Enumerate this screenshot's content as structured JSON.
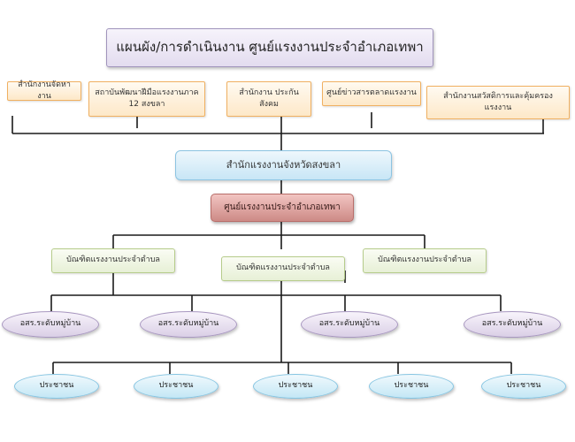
{
  "title": "แผนผัง/การดำเนินงาน ศูนย์แรงงานประจำอำเภอเทพา",
  "top_units": [
    "สำนักงานจัดหางาน",
    "สถาบันพัฒนาฝีมือแรงงานภาค 12 สงขลา",
    "สำนักงาน ประกันสังคม",
    "ศูนย์ข่าวสารตลาดแรงงาน",
    "สำนักงานสวัสดิการและคุ้มครองแรงงาน"
  ],
  "provincial_office": "สำนักแรงงานจังหวัดสงขลา",
  "district_center": "ศูนย์แรงงานประจำอำเภอเทพา",
  "subdistrict_volunteers": [
    "บัณฑิตแรงงานประจำตำบล",
    "บัณฑิตแรงงานประจำตำบล",
    "บัณฑิตแรงงานประจำตำบล"
  ],
  "village_volunteers": [
    "อสร.ระดับหมู่บ้าน",
    "อสร.ระดับหมู่บ้าน",
    "อสร.ระดับหมู่บ้าน",
    "อสร.ระดับหมู่บ้าน"
  ],
  "citizens": [
    "ประชาชน",
    "ประชาชน",
    "ประชาชน",
    "ประชาชน",
    "ประชาชน"
  ],
  "colors": {
    "connector": "#1a1a1a",
    "title_border": "#a094bc",
    "orange_border": "#f0b061",
    "blue_border": "#8cc4e2",
    "pink_fill": "#cd8a86",
    "green_border": "#b6cc8b",
    "oval_border": "#a897c0",
    "cyan_border": "#86c5e2"
  }
}
